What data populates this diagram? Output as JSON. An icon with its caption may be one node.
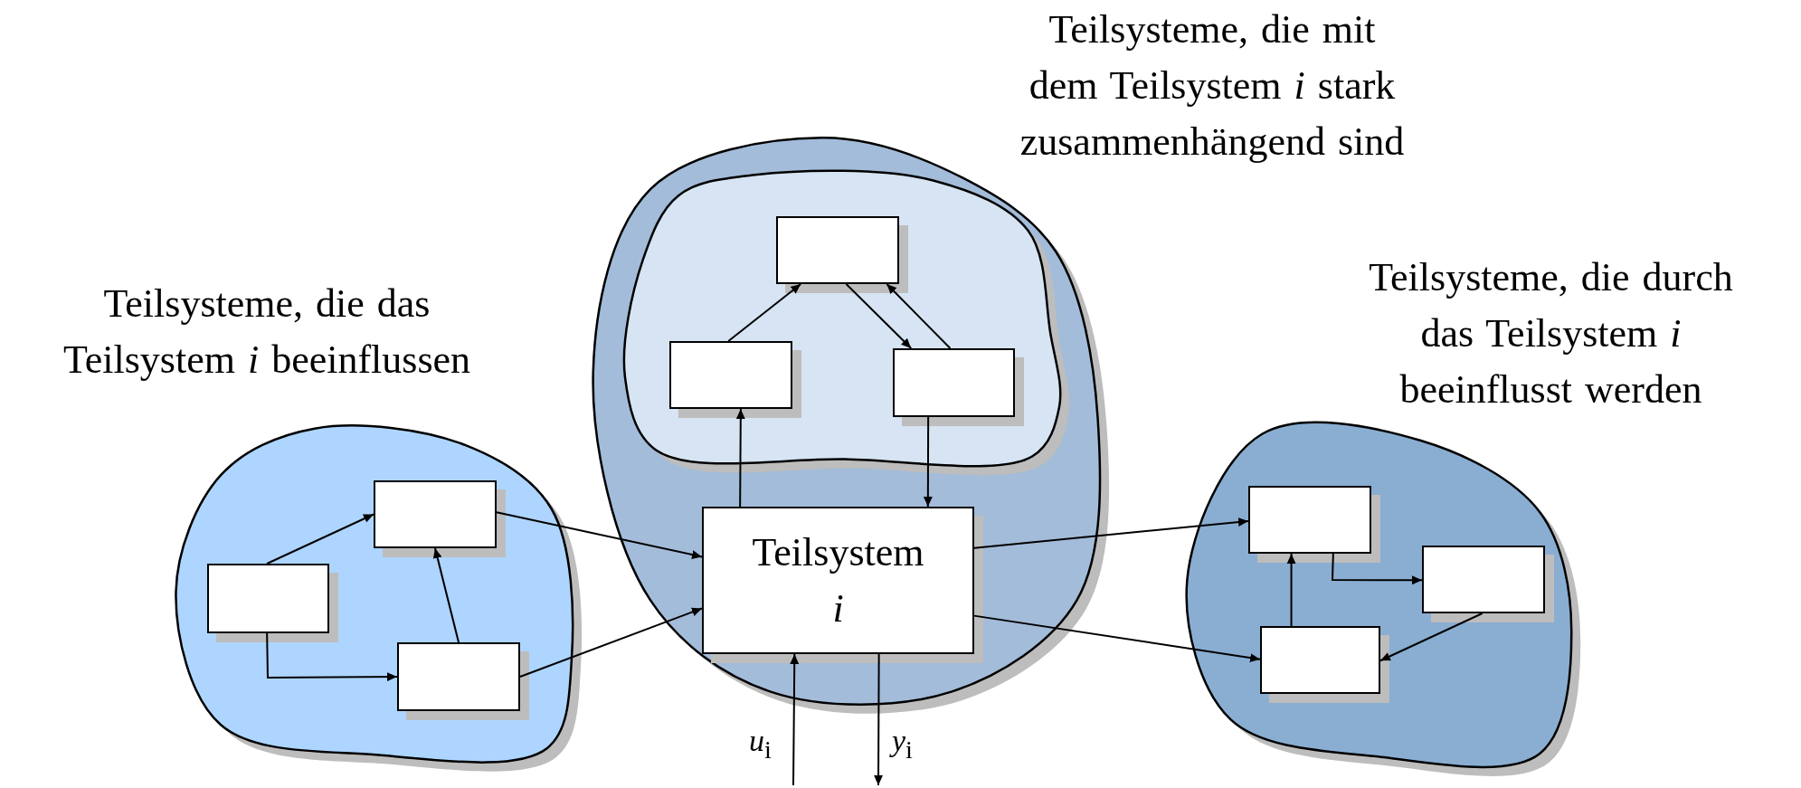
{
  "diagram": {
    "nodes": [
      {
        "text": [
          "Teilsysteme, die das Teilsystem *i* beeinflussen"
        ]
      },
      {
        "text": [],
        "shape": "box",
        "in": 0
      },
      {
        "text": [],
        "shape": "box",
        "in": 0
      },
      {
        "text": [],
        "shape": "box",
        "in": 0
      },
      {
        "text": [
          "Teilsysteme, die mit dem Teilsystem *i* stark zusammenhängend sind"
        ]
      },
      {
        "text": [],
        "shape": "cloud",
        "in": 4
      },
      {
        "text": [],
        "shape": "box",
        "in": 5
      },
      {
        "text": [],
        "shape": "box",
        "in": 5
      },
      {
        "text": [],
        "shape": "box",
        "in": 5
      },
      {
        "text": [
          "Teilsystem *i*"
        ],
        "in": 4
      },
      {
        "text": [
          "Teilsysteme, die durch das Teilsystem *i* beeinflusst werden"
        ]
      },
      {
        "text": [],
        "shape": "box",
        "in": 10
      },
      {
        "text": [],
        "shape": "box",
        "in": 10
      },
      {
        "text": [],
        "shape": "box",
        "in": 10
      }
    ],
    "edges": [
      {
        "from": 2,
        "to": 1,
        "arrow": "to"
      },
      {
        "from": 2,
        "to": 3,
        "arrow": "to"
      },
      {
        "from": 3,
        "to": 1,
        "arrow": "to"
      },
      {
        "from": 1,
        "to": 9,
        "arrow": "to"
      },
      {
        "from": 3,
        "to": 9,
        "arrow": "to"
      },
      {
        "from": 7,
        "to": 6,
        "arrow": "to"
      },
      {
        "from": 6,
        "to": 8,
        "arrow": "to"
      },
      {
        "from": 8,
        "to": 6,
        "arrow": "to"
      },
      {
        "from": 9,
        "to": 7,
        "arrow": "to"
      },
      {
        "from": 8,
        "to": 9,
        "arrow": "to"
      },
      {
        "from": 9,
        "to": 11,
        "arrow": "to"
      },
      {
        "from": 9,
        "to": 13,
        "arrow": "to"
      },
      {
        "from": 13,
        "to": 11,
        "arrow": "to"
      },
      {
        "from": 11,
        "to": 12,
        "arrow": "to"
      },
      {
        "from": 12,
        "to": 13,
        "arrow": "to"
      },
      {
        "from": null,
        "to": 9,
        "arrow": "to",
        "label": "*u*$_{i}$"
      },
      {
        "from": 9,
        "to": null,
        "arrow": "to",
        "label": "*y*$_{i}$"
      }
    ]
  }
}
